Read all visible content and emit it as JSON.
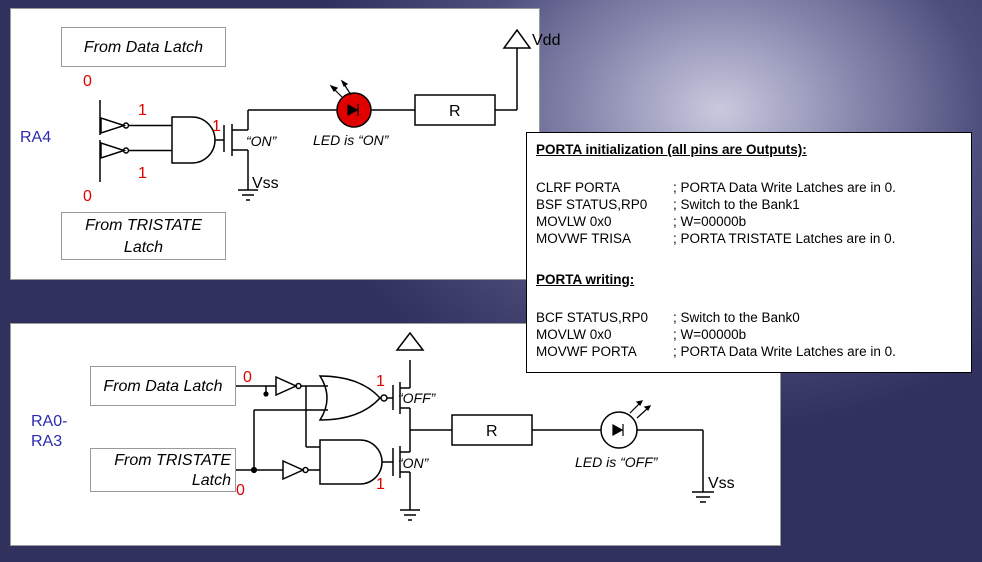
{
  "top_circuit": {
    "pin_label": "RA4",
    "data_latch_label": "From Data Latch",
    "tristate_label_line1": "From TRISTATE",
    "tristate_label_line2": "Latch",
    "bit_data": "0",
    "bit_tristate": "0",
    "bit_buf1": "1",
    "bit_buf2": "1",
    "bit_and_out": "1",
    "transistor_state": "“ON”",
    "led_state": "LED is “ON”",
    "resistor_label": "R",
    "vdd_label": "Vdd",
    "vss_label": "Vss"
  },
  "bottom_circuit": {
    "pin_label_line1": "RA0-",
    "pin_label_line2": "RA3",
    "data_latch_label": "From Data Latch",
    "tristate_label_line1": "From TRISTATE",
    "tristate_label_line2": "Latch",
    "bit_data": "0",
    "bit_tristate": "0",
    "bit_or_out": "1",
    "bit_and_out": "1",
    "upper_transistor_state": "“OFF”",
    "lower_transistor_state": "“ON”",
    "led_state": "LED is “OFF”",
    "resistor_label": "R",
    "vss_label": "Vss"
  },
  "code": {
    "init_header": "PORTA initialization (all pins are Outputs):",
    "init_lines": [
      {
        "cmd": "CLRF PORTA",
        "comment": "; PORTA Data Write Latches are in 0."
      },
      {
        "cmd": "BSF STATUS,RP0",
        "comment": "; Switch to the Bank1"
      },
      {
        "cmd": "MOVLW 0x0",
        "comment": "; W=00000b"
      },
      {
        "cmd": "MOVWF TRISA",
        "comment": "; PORTA TRISTATE Latches are in 0."
      }
    ],
    "write_header": "PORTA writing:",
    "write_lines": [
      {
        "cmd": "BCF STATUS,RP0",
        "comment": "; Switch to the Bank0"
      },
      {
        "cmd": "MOVLW 0x0",
        "comment": "; W=00000b"
      },
      {
        "cmd": "MOVWF PORTA",
        "comment": "; PORTA Data Write Latches are in 0."
      }
    ]
  },
  "colors": {
    "bit_red": "#e00000",
    "led_on": "#e00000",
    "pin_blue": "#2a2ab0"
  }
}
